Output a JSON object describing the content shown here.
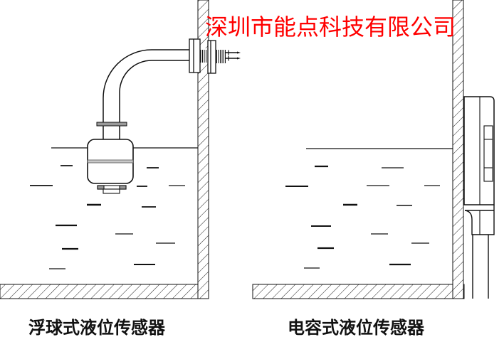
{
  "header": {
    "company_title": "深圳市能点科技有限公司",
    "title_color": "#ff0000"
  },
  "diagrams": {
    "float_sensor": {
      "label": "浮球式液位传感器"
    },
    "capacitive_sensor": {
      "label": "电容式液位传感器"
    }
  },
  "colors": {
    "line": "#111111",
    "hatch": "#222222",
    "flange_fill": "#9a9a9a",
    "band_fill": "#c9c9c9"
  }
}
